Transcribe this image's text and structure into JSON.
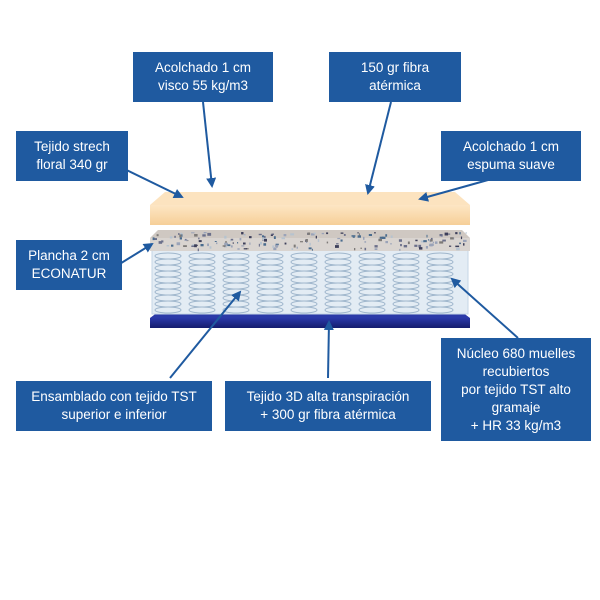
{
  "colors": {
    "label_bg": "#1f5aa0",
    "arrow": "#1f5aa0",
    "top_layer": "#fbd9a8",
    "foam": "#d9d4d0",
    "springs": "#d7e3ee",
    "base": "#1d2a8c"
  },
  "labels": {
    "acolchado_visco": [
      "Acolchado 1 cm",
      "visco 55 kg/m3"
    ],
    "fibra_150": [
      "150 gr fibra",
      "atérmica"
    ],
    "tejido_strech": [
      "Tejido strech",
      "floral 340 gr"
    ],
    "acolchado_espuma": [
      "Acolchado 1 cm",
      "espuma suave"
    ],
    "plancha": [
      "Plancha 2 cm",
      "ECONATUR"
    ],
    "nucleo": [
      "Núcleo 680 muelles",
      "recubiertos",
      "por tejido TST alto",
      "gramaje",
      "+ HR 33 kg/m3"
    ],
    "ensamblado": [
      "Ensamblado con tejido TST",
      "superior e inferior"
    ],
    "tejido_3d": [
      "Tejido 3D alta transpiración",
      "+ 300 gr fibra atérmica"
    ]
  }
}
